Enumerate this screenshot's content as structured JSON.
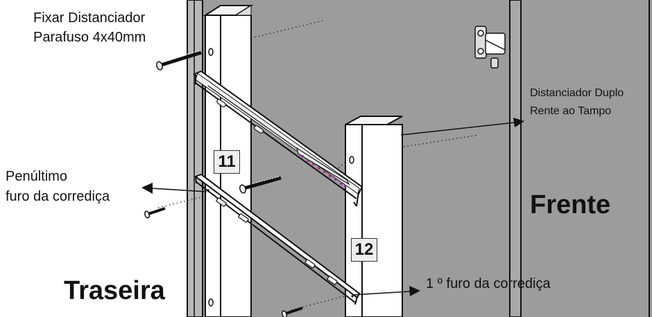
{
  "labels": {
    "fixar_line1": "Fixar Distanciador",
    "fixar_line2": "Parafuso 4x40mm",
    "distanciador_line1": "Distanciador Duplo",
    "distanciador_line2": "Rente ao Tampo",
    "penultimo_line1": "Penúltimo",
    "penultimo_line2": "furo da corrediça",
    "primeiro_furo": "1 º furo da corrediça",
    "frente": "Frente",
    "traseira": "Traseira"
  },
  "steps": {
    "step_a": "11",
    "step_b": "12"
  },
  "colors": {
    "panel": "#9c9c9c",
    "line": "#111111",
    "wood": "#ffffff",
    "badge_bg": "#eeeeee",
    "rail_dots": "#9a2f8f"
  }
}
